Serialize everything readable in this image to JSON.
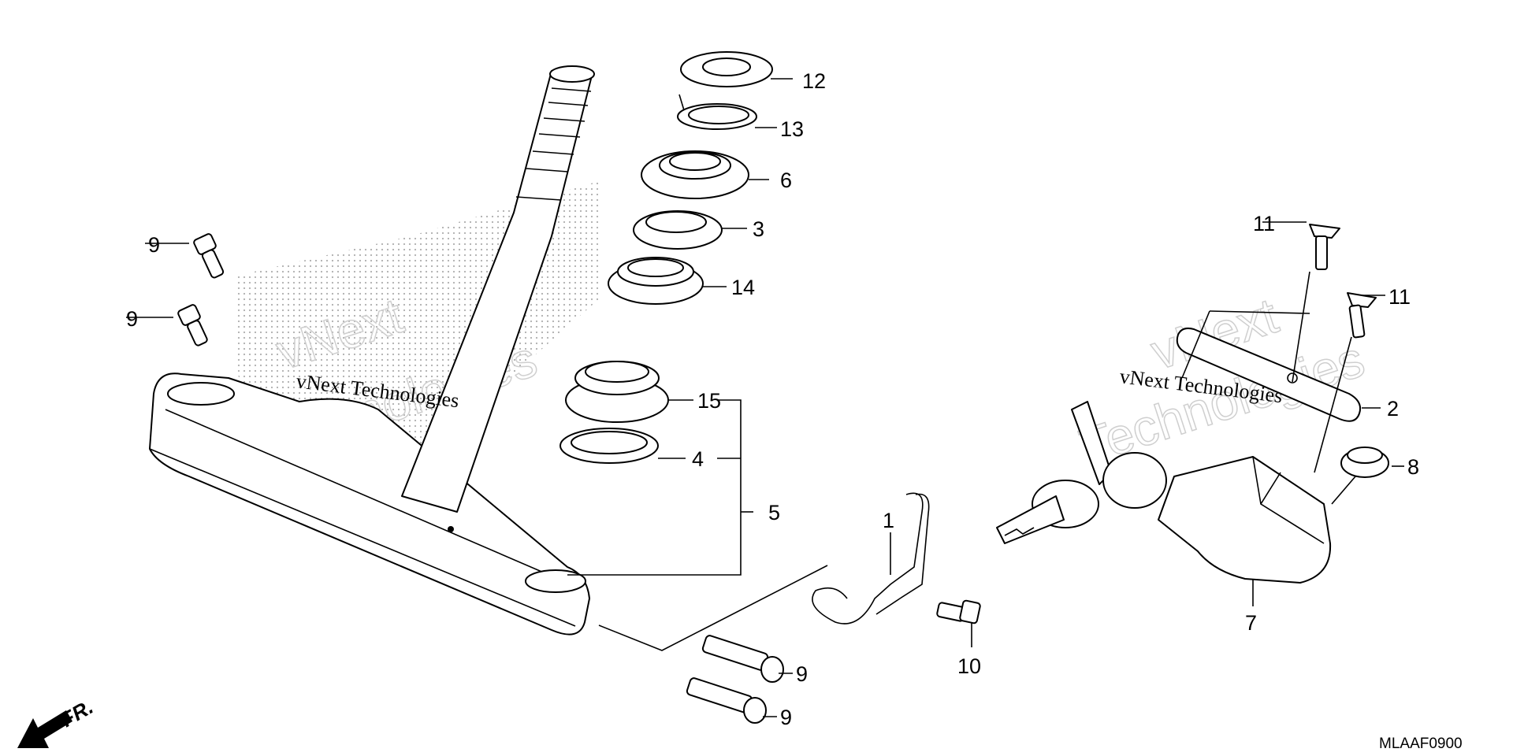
{
  "callouts": {
    "c1": "1",
    "c2": "2",
    "c3": "3",
    "c4": "4",
    "c5": "5",
    "c6": "6",
    "c7": "7",
    "c8": "8",
    "c9a": "9",
    "c9b": "9",
    "c9c": "9",
    "c9d": "9",
    "c10": "10",
    "c11a": "11",
    "c11b": "11",
    "c12": "12",
    "c13": "13",
    "c14": "14",
    "c15": "15"
  },
  "watermark": {
    "left_line": "vNext Technologies",
    "right_line": "vNext Technologies",
    "diag_1": "vNext",
    "diag_2": "Technologies"
  },
  "front_label": "FR.",
  "diagram_code": "MLAAF0900",
  "icons": {
    "front_arrow": "arrow-down-left-icon"
  }
}
